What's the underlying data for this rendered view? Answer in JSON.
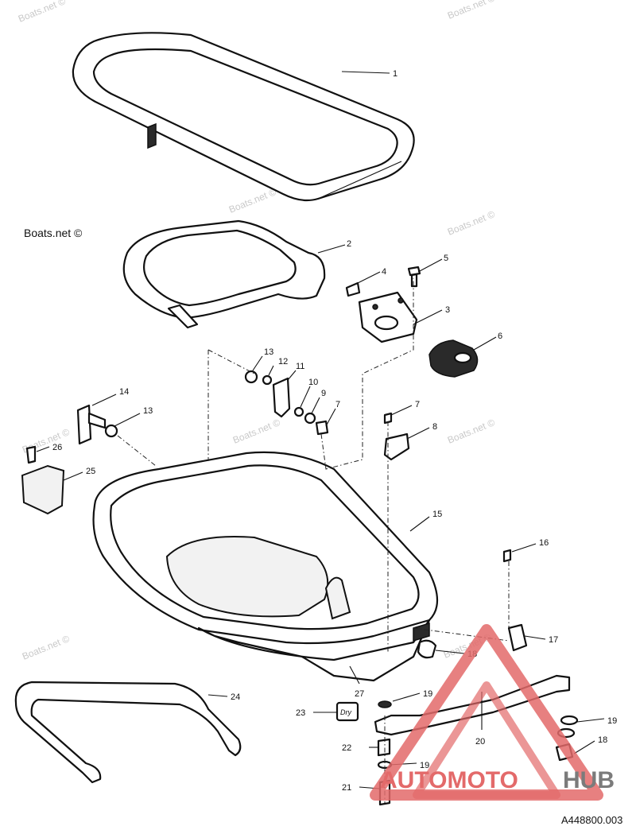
{
  "watermark_text": "Boats.net ©",
  "logo": {
    "part1": "AUTOMOTO",
    "part2": "HUB",
    "color_red": "#e36a6a",
    "color_grey": "#7b7b7b"
  },
  "figure_code": "A448800.003",
  "label_text": "Dry",
  "callouts": [
    "1",
    "2",
    "3",
    "4",
    "5",
    "6",
    "7",
    "8",
    "9",
    "10",
    "11",
    "12",
    "13",
    "14",
    "15",
    "16",
    "17",
    "18",
    "19",
    "20",
    "21",
    "22",
    "23",
    "24",
    "25",
    "26",
    "27"
  ]
}
